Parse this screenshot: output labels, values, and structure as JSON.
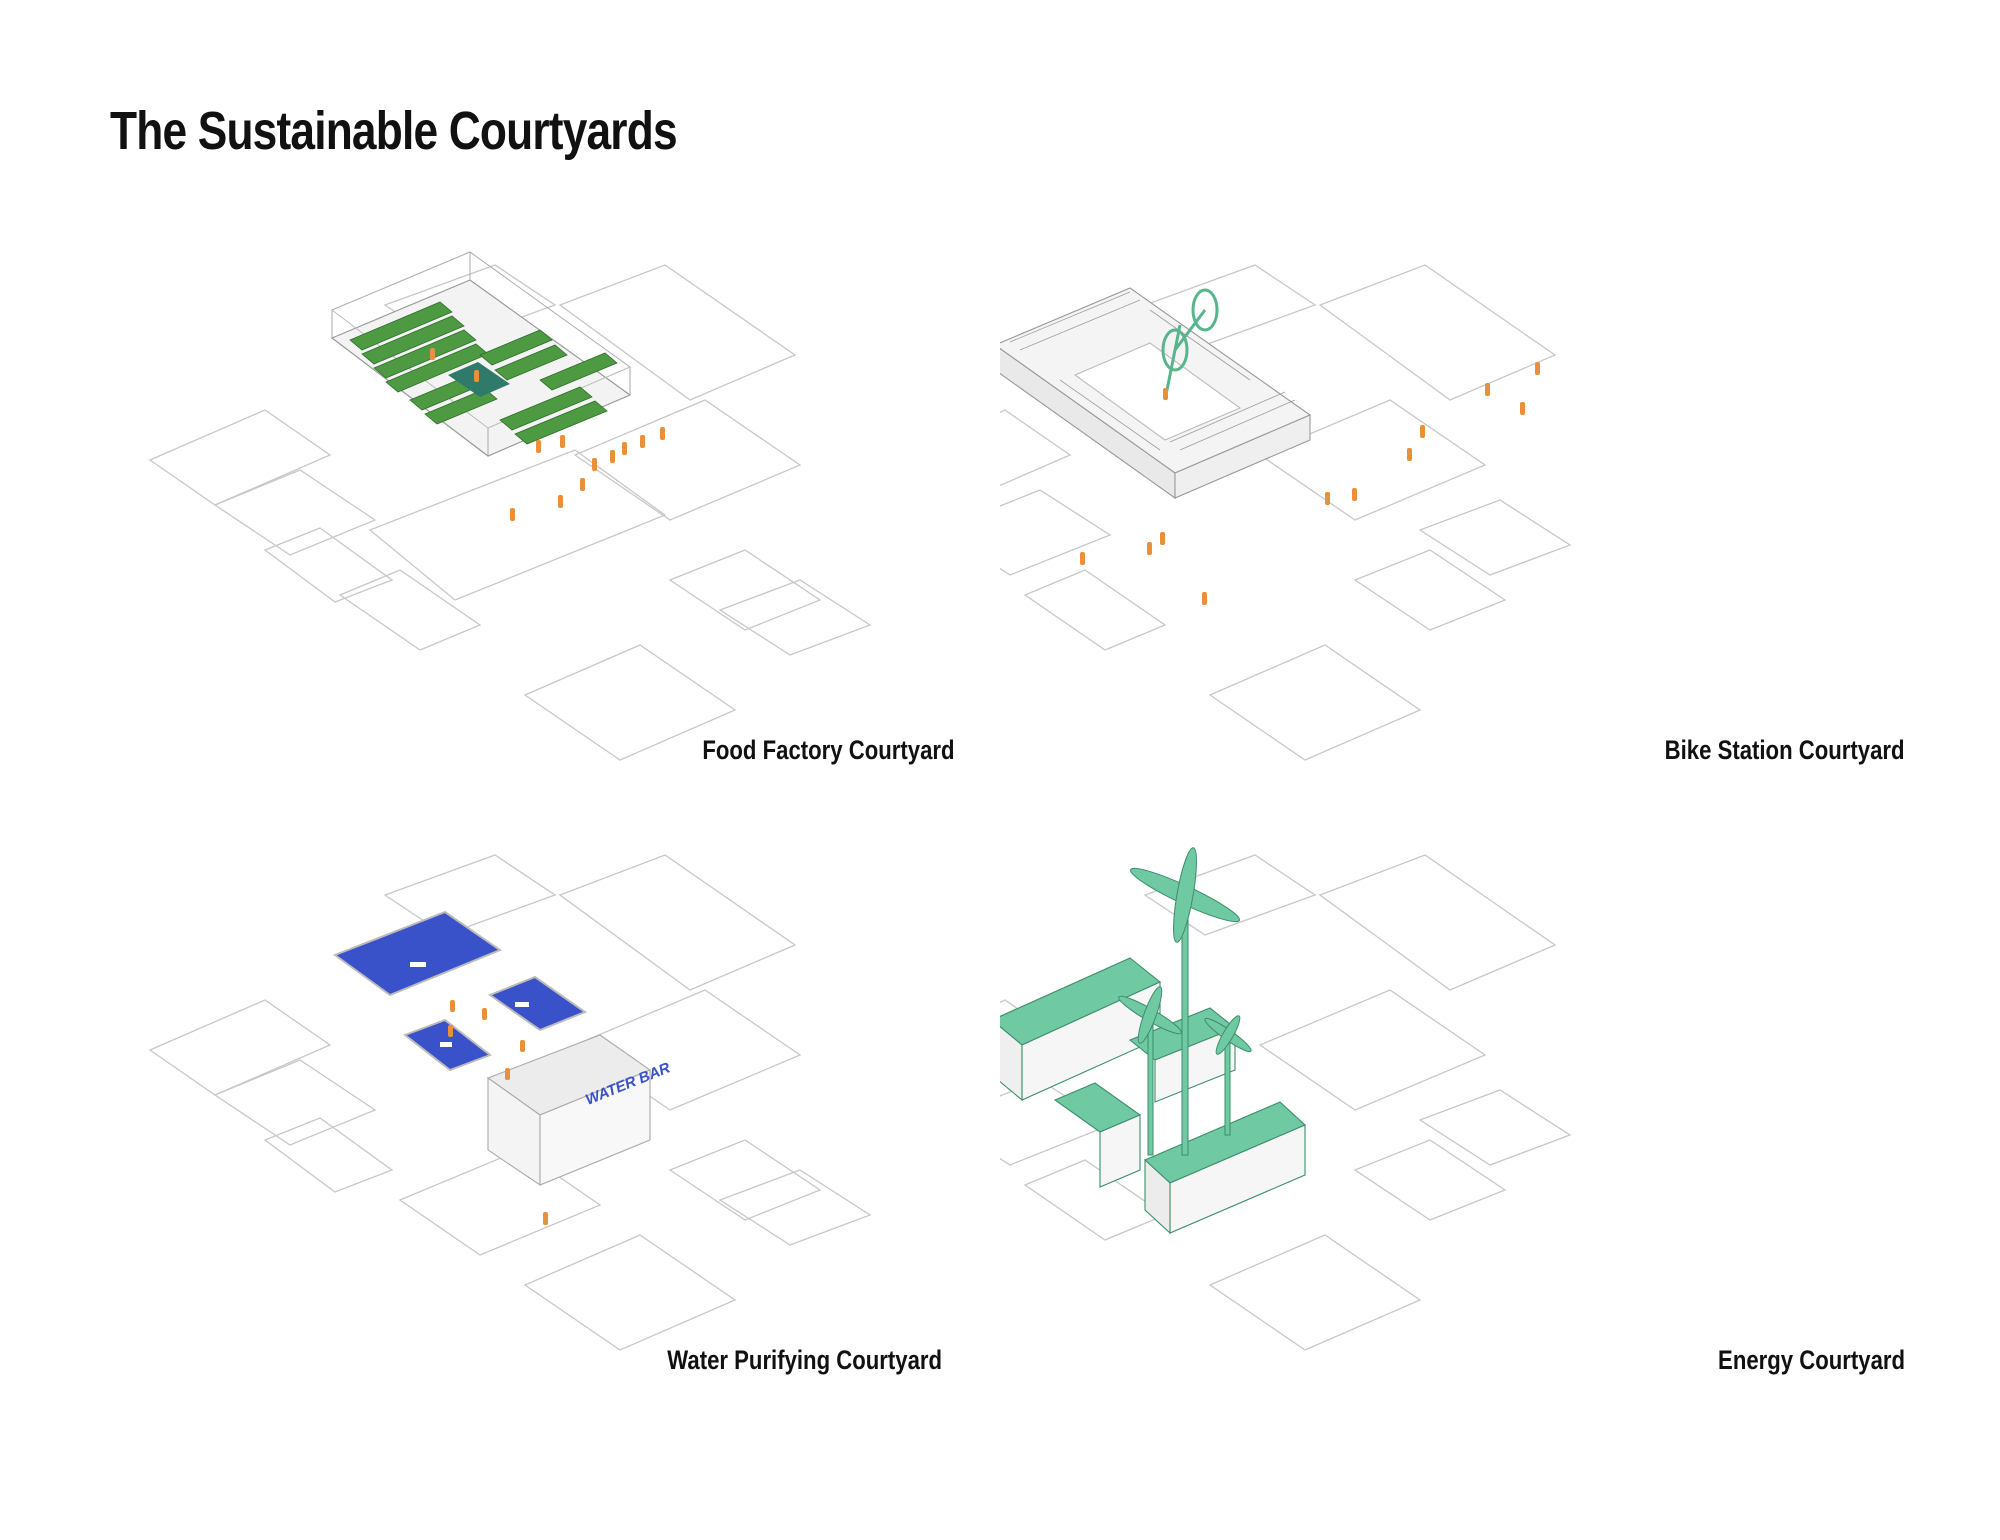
{
  "title": "The Sustainable Courtyards",
  "courtyards": [
    {
      "caption": "Food Factory Courtyard",
      "theme": "food",
      "accent": "#4d9a43"
    },
    {
      "caption": "Bike Station Courtyard",
      "theme": "bike",
      "accent": "#58b48a"
    },
    {
      "caption": "Water Purifying Courtyard",
      "theme": "water",
      "accent": "#3a52c9",
      "building_sign": "WATER BAR"
    },
    {
      "caption": "Energy Courtyard",
      "theme": "energy",
      "accent": "#6fc9a2"
    }
  ],
  "colors": {
    "people": "#e8903a",
    "lines": "#c4c4c4",
    "building": "#f2f2f2"
  }
}
